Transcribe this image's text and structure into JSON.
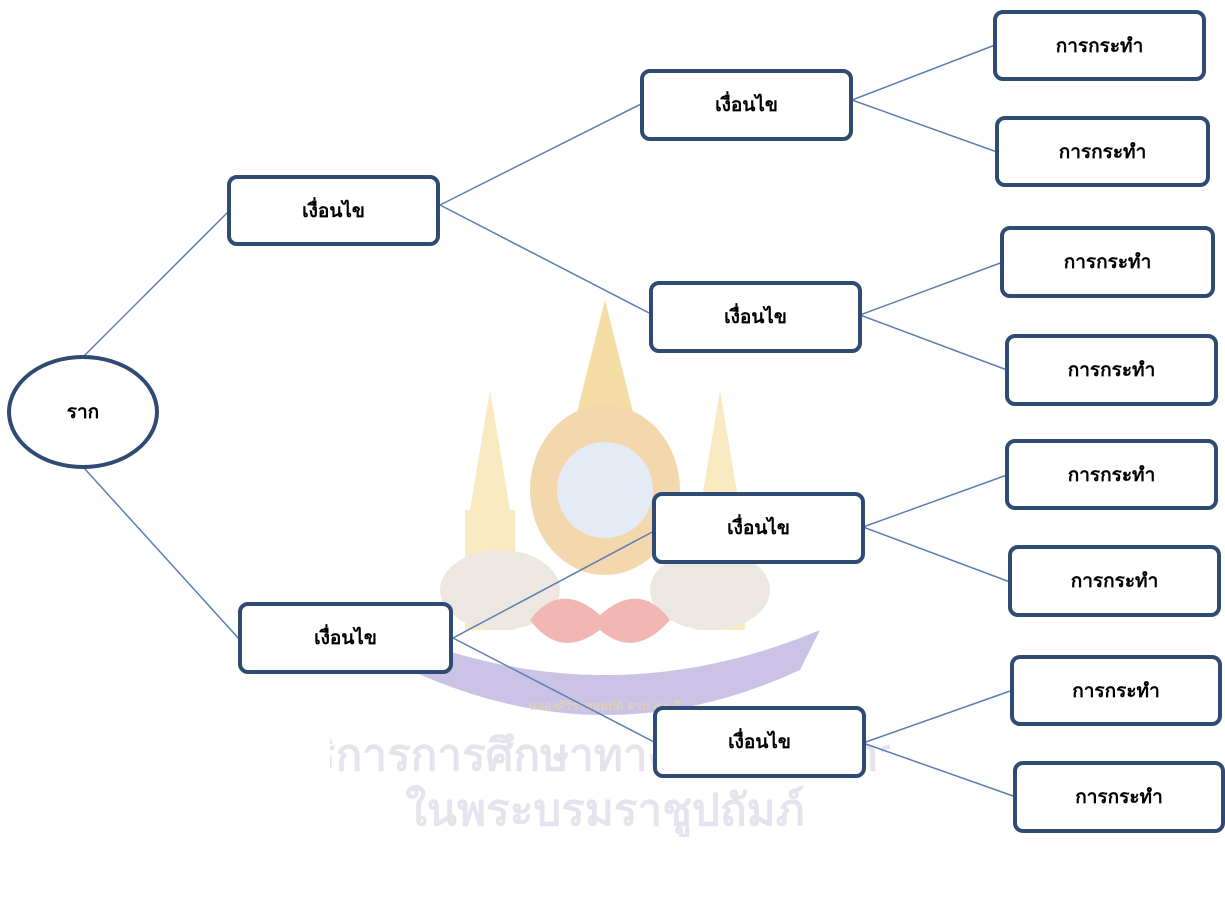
{
  "diagram": {
    "root": {
      "label": "ราก"
    },
    "level1": [
      {
        "label": "เงื่อนไข"
      },
      {
        "label": "เงื่อนไข"
      }
    ],
    "level2": [
      {
        "label": "เงื่อนไข"
      },
      {
        "label": "เงื่อนไข"
      },
      {
        "label": "เงื่อนไข"
      },
      {
        "label": "เงื่อนไข"
      }
    ],
    "level3": [
      {
        "label": "การกระทำ"
      },
      {
        "label": "การกระทำ"
      },
      {
        "label": "การกระทำ"
      },
      {
        "label": "การกระทำ"
      },
      {
        "label": "การกระทำ"
      },
      {
        "label": "การกระทำ"
      },
      {
        "label": "การกระทำ"
      },
      {
        "label": "การกระทำ"
      }
    ]
  },
  "watermark": {
    "line1": "ฝ่ายบริการการศึกษาทางไกลผ่านดาวเทียม",
    "line2": "ในพระบรมราชูปถัมภ์",
    "seal_text": "ฉลองศิริราชสมบัติ ครบ ๕๐ ปี",
    "colors": {
      "gold": "#e8b23a",
      "blue": "#6d5bb0",
      "red": "#d9463b"
    }
  },
  "colors": {
    "node_border": "#2f4a73",
    "line": "#5a7fb4"
  }
}
